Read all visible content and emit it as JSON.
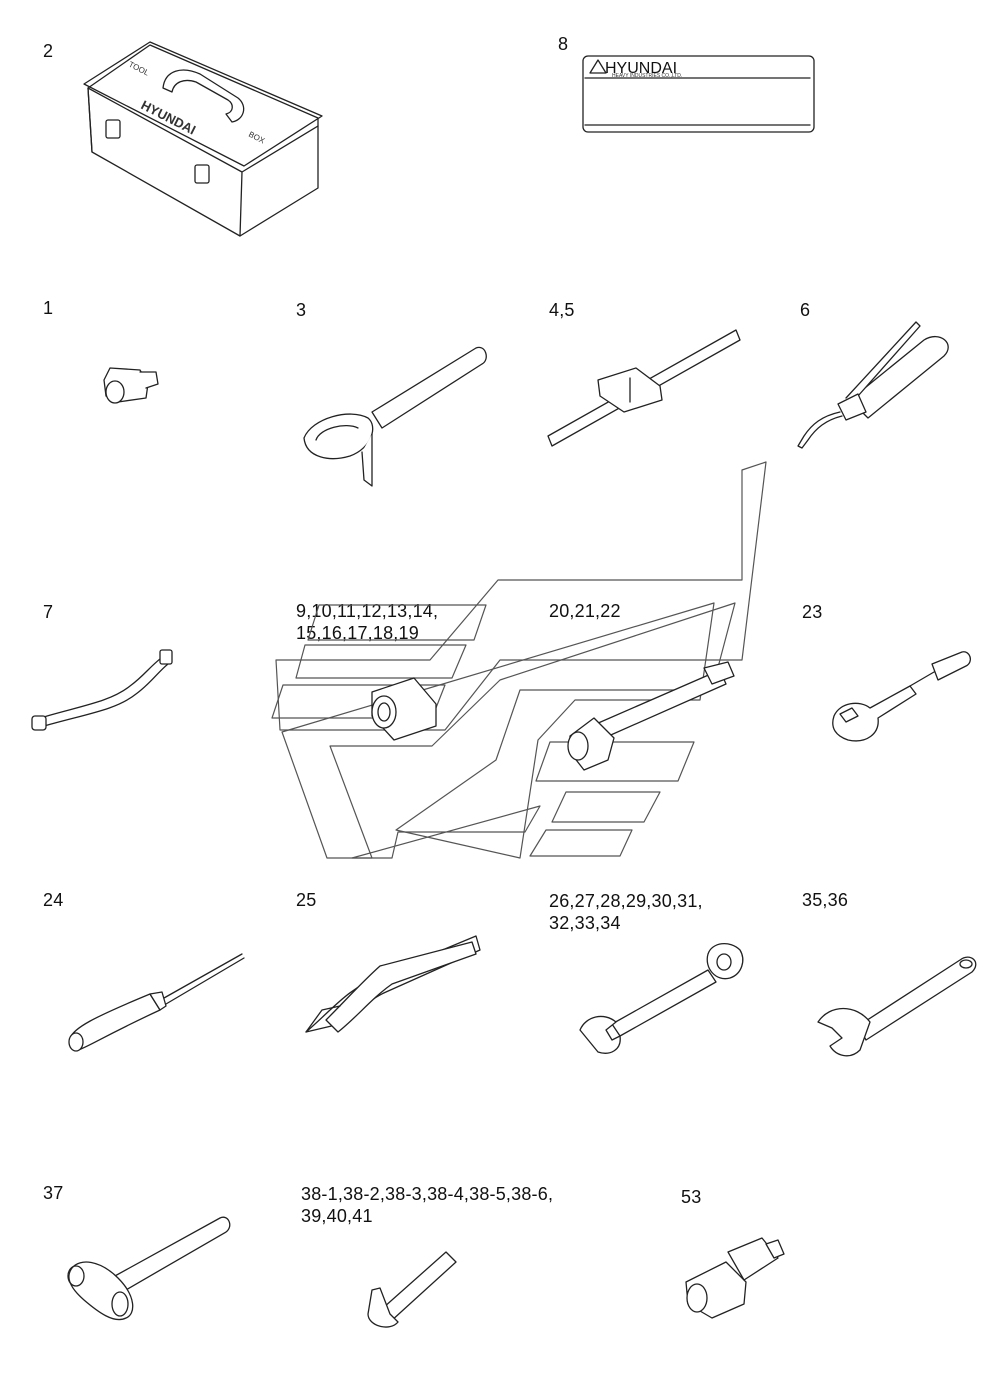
{
  "labels": {
    "toolbox": "2",
    "nameplate": "8",
    "adapter": "1",
    "filter_wrench": "3",
    "socket_bar": "4,5",
    "grease_gun": "6",
    "grease_hose": "7",
    "sockets_line1": "9,10,11,12,13,14,",
    "sockets_line2": "15,16,17,18,19",
    "extension_sockets": "20,21,22",
    "ratchet": "23",
    "screwdriver": "24",
    "pliers": "25",
    "spanners_line1": "26,27,28,29,30,31,",
    "spanners_line2": "32,33,34",
    "adjustable_wrench": "35,36",
    "hammer": "37",
    "hex_keys_line1": "38-1,38-2,38-3,38-4,38-5,38-6,",
    "hex_keys_line2": "39,40,41",
    "universal_joint": "53"
  },
  "nameplate": {
    "brand": "HYUNDAI",
    "subtitle": "HEAVY INDUSTRIES CO.,LTD."
  },
  "toolbox": {
    "brand": "HYUNDAI",
    "word1": "TOOL",
    "word2": "BOX"
  },
  "colors": {
    "line": "#222222",
    "watermark": "#555555",
    "background": "#ffffff"
  }
}
